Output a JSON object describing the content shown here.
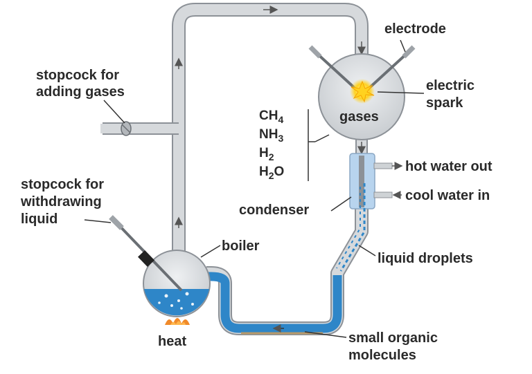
{
  "labels": {
    "electrode": "electrode",
    "stopcock_adding_1": "stopcock for",
    "stopcock_adding_2": "adding gases",
    "electric_1": "electric",
    "electric_2": "spark",
    "gases": "gases",
    "hot_water_out": "hot water out",
    "cool_water_in": "cool water in",
    "condenser": "condenser",
    "stopcock_withdraw_1": "stopcock for",
    "stopcock_withdraw_2": "withdrawing",
    "stopcock_withdraw_3": "liquid",
    "boiler": "boiler",
    "liquid_droplets": "liquid droplets",
    "heat": "heat",
    "small_organic_1": "small organic",
    "small_organic_2": "molecules"
  },
  "formulas": [
    {
      "main": "CH",
      "sub": "4",
      "tail": ""
    },
    {
      "main": "NH",
      "sub": "3",
      "tail": ""
    },
    {
      "main": "H",
      "sub": "2",
      "tail": ""
    },
    {
      "main": "H",
      "sub": "2",
      "tail": "O"
    }
  ],
  "colors": {
    "tube": "#cfd3d6",
    "tube_edge": "#8c9197",
    "water": "#2e86c8",
    "flame": "#f08a2a",
    "spark": "#ffd21f",
    "condenser": "#b8d4ee"
  }
}
